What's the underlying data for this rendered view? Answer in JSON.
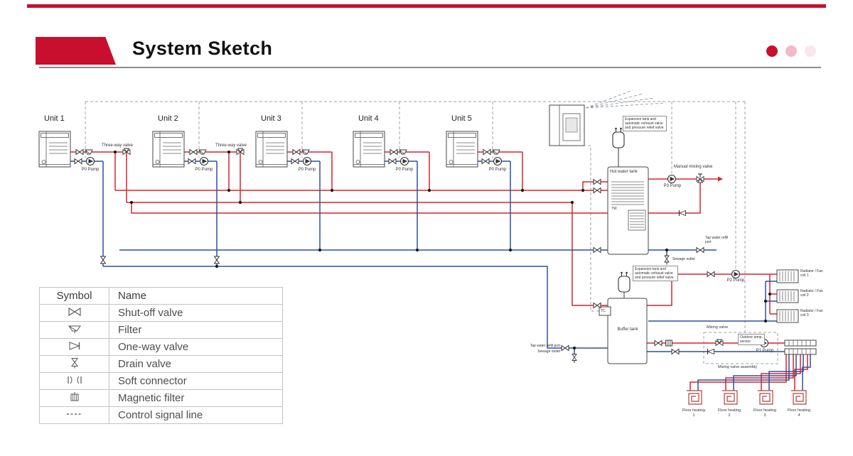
{
  "header": {
    "title": "System Sketch"
  },
  "units": {
    "labels": [
      "Unit 1",
      "Unit 2",
      "Unit 3",
      "Unit 4",
      "Unit 5"
    ],
    "pump_label": "P0 Pump",
    "three_way_valve_label": "Three-way valve"
  },
  "diagram": {
    "expansion_note": "Expansion tank and automatic exhaust valve and pressure relief valve",
    "hot_water_tank": {
      "label": "Hot water tank",
      "tw": "TW",
      "p3_pump": "P3 Pump",
      "manual_mixing_valve": "Manual mixing valve",
      "tap_water_refill_port": "Tap water refill port",
      "sewage_outlet": "Sewage outlet"
    },
    "buffer_tank": {
      "label": "Buffer tank",
      "tc": "TC",
      "p2_pump": "P2 Pump",
      "tap_water_refill_port": "Tap water refill port",
      "sewage_outlet": "Sewage outlet"
    },
    "heating_circuit": {
      "mixing_valve": "Mixing valve",
      "outdoor_temp_sensor": "Outdoor temp. sensor",
      "p1_pump": "P1 Pump",
      "mixing_valve_assembly": "Mixing valve assembly"
    },
    "radiators": [
      "Radiator / Fan coil 1",
      "Radiator / Fan coil 2",
      "Radiator / Fan coil 3"
    ],
    "floor_heating": [
      "Floor heating 1",
      "Floor heating 2",
      "Floor heating 3",
      "Floor heating 4"
    ]
  },
  "legend": {
    "headers": [
      "Symbol",
      "Name"
    ],
    "rows": [
      {
        "icon": "shut-off-valve-icon",
        "name": "Shut-off valve"
      },
      {
        "icon": "filter-icon",
        "name": "Filter"
      },
      {
        "icon": "one-way-valve-icon",
        "name": "One-way valve"
      },
      {
        "icon": "drain-valve-icon",
        "name": "Drain valve"
      },
      {
        "icon": "soft-connector-icon",
        "name": "Soft connector"
      },
      {
        "icon": "magnetic-filter-icon",
        "name": "Magnetic filter"
      },
      {
        "icon": "control-signal-line-icon",
        "name": "Control signal line"
      }
    ]
  },
  "colors": {
    "accent_red": "#c8102e",
    "pipe_red": "#d9232e",
    "pipe_blue": "#2b50a1",
    "dot_pink": "#f4b8c6",
    "dot_pale": "#fbe6eb"
  }
}
